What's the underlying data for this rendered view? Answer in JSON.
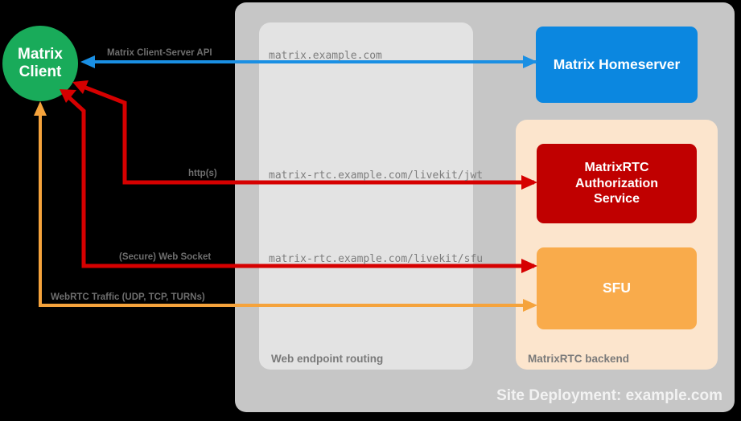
{
  "diagram": {
    "title": "Site Deployment: example.com",
    "site_label": "Site Deployment: example.com"
  },
  "client": {
    "line1": "Matrix",
    "line2": "Client",
    "color": "#19ab5a"
  },
  "containers": {
    "site": {
      "label": "Site Deployment: example.com",
      "color": "#c6c6c6"
    },
    "web_routing": {
      "label": "Web endpoint routing",
      "color": "#e3e3e3"
    },
    "rtc_backend": {
      "label": "MatrixRTC backend",
      "color": "#fce5cd"
    }
  },
  "nodes": [
    {
      "id": "homeserver",
      "label": "Matrix Homeserver",
      "color": "#0b87e0",
      "text_color": "#ffffff"
    },
    {
      "id": "auth",
      "label": "MatrixRTC\nAuthorization\nService",
      "line1": "MatrixRTC",
      "line2": "Authorization",
      "line3": "Service",
      "color": "#c00000",
      "text_color": "#ffffff"
    },
    {
      "id": "sfu",
      "label": "SFU",
      "color": "#f9ab4b",
      "text_color": "#ffffff"
    }
  ],
  "edges": [
    {
      "id": "cs-api",
      "protocol_label": "Matrix Client-Server API",
      "endpoint_label": "matrix.example.com",
      "color": "#1a8fe3"
    },
    {
      "id": "livekit-jwt",
      "protocol_label": "http(s)",
      "endpoint_label": "matrix-rtc.example.com/livekit/jwt",
      "color": "#d60000"
    },
    {
      "id": "livekit-sfu",
      "protocol_label": "(Secure) Web Socket",
      "endpoint_label": "matrix-rtc.example.com/livekit/sfu",
      "color": "#d60000"
    },
    {
      "id": "webrtc",
      "protocol_label": "WebRTC Traffic (UDP, TCP, TURNs)",
      "endpoint_label": "",
      "color": "#f5a33c"
    }
  ]
}
